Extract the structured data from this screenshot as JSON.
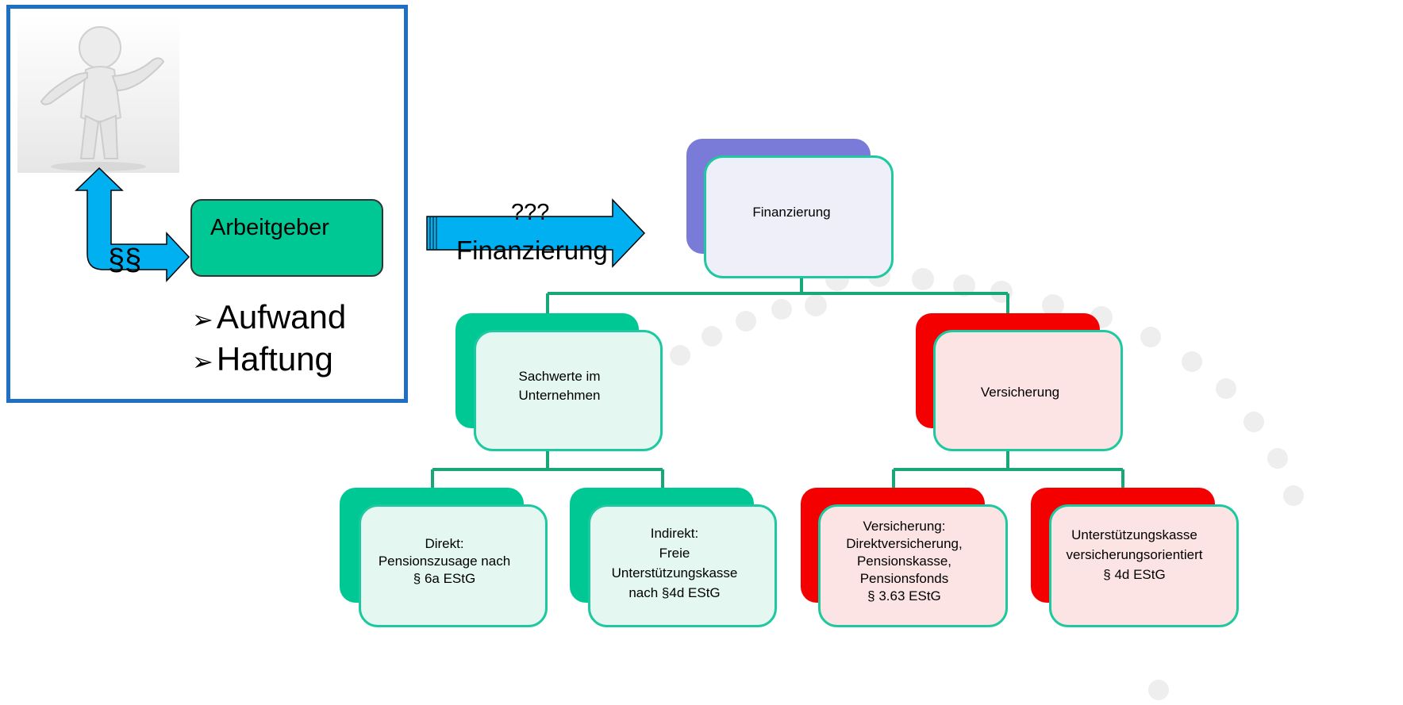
{
  "left_panel": {
    "employer_label": "Arbeitgeber",
    "paragraph_sign": "§§",
    "bullets": [
      "Aufwand",
      "Haftung"
    ],
    "bullet_icon": "arrow-bullet-icon"
  },
  "arrow": {
    "question": "???",
    "label": "Finanzierung"
  },
  "hierarchy": {
    "root": "Finanzierung",
    "left_branch": {
      "label_line1": "Sachwerte im",
      "label_line2": "Unternehmen",
      "leaf_direct": [
        "Direkt:",
        "Pensionszusage nach",
        "§ 6a EStG"
      ],
      "leaf_indirect": [
        "Indirekt:",
        "Freie",
        "Unterstützungskasse",
        "nach §4d EStG"
      ]
    },
    "right_branch": {
      "label": "Versicherung",
      "leaf_insurance": [
        "Versicherung:",
        "Direktversicherung,",
        "Pensionskasse,",
        "Pensionsfonds",
        "§ 3.63 EStG"
      ],
      "leaf_support": [
        "Unterstützungskasse",
        "versicherungsorientiert",
        "§ 4d EStG"
      ]
    }
  },
  "colors": {
    "panel_border": "#1f6fc5",
    "arrow_blue": "#00b0f0",
    "green": "#00c895",
    "red": "#f40000",
    "purple": "#7a7ad9",
    "connector": "#18a878"
  }
}
